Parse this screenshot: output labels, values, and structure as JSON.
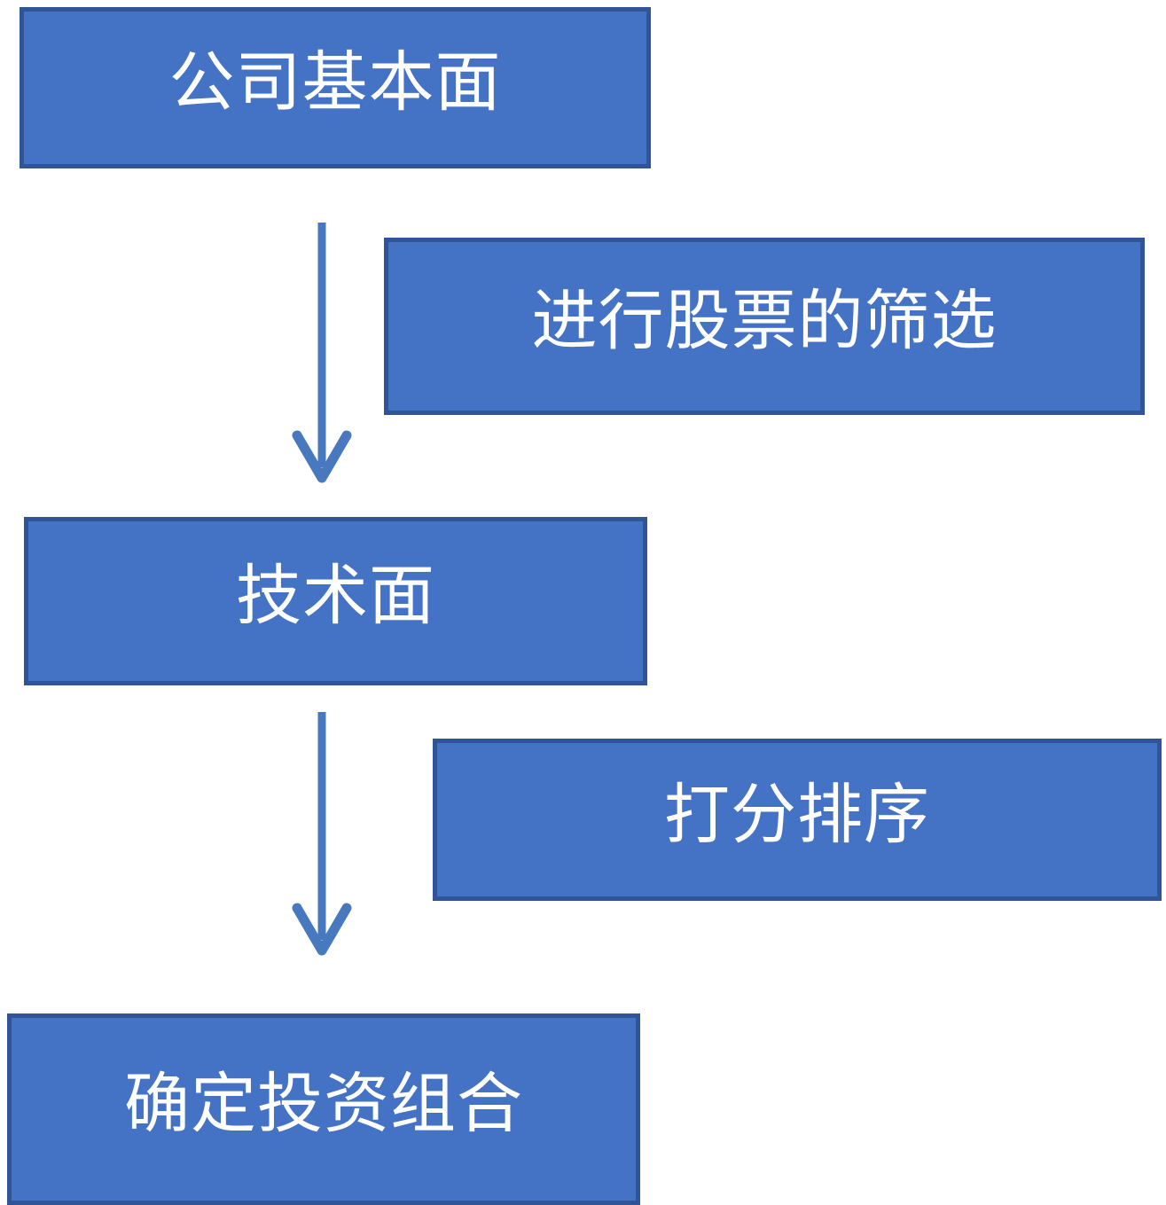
{
  "diagram": {
    "type": "flowchart",
    "background": "#FFFFFF",
    "colors": {
      "box_fill": "#4472C4",
      "box_border": "#2F5597",
      "arrow": "#4878BE",
      "text": "#FFFFFF"
    },
    "boxes": [
      {
        "id": "company-fundamentals",
        "label": "公司基本面"
      },
      {
        "id": "stock-screening",
        "label": "进行股票的筛选"
      },
      {
        "id": "technical-analysis",
        "label": "技术面"
      },
      {
        "id": "scoring-ranking",
        "label": "打分排序"
      },
      {
        "id": "portfolio-determination",
        "label": "确定投资组合"
      }
    ],
    "arrows": [
      {
        "id": "arrow-fundamentals-to-technical",
        "direction": "down"
      },
      {
        "id": "arrow-technical-to-portfolio",
        "direction": "down"
      }
    ]
  }
}
